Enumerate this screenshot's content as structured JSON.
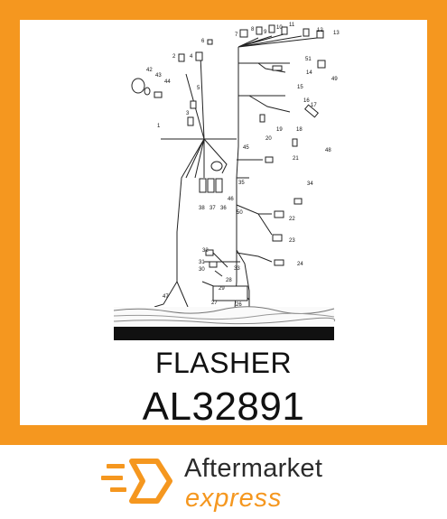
{
  "product": {
    "name": "FLASHER",
    "part_number": "AL32891"
  },
  "diagram": {
    "callouts": [
      "1",
      "2",
      "3",
      "4",
      "5",
      "6",
      "7",
      "8",
      "9",
      "10",
      "11",
      "12",
      "13",
      "14",
      "15",
      "16",
      "17",
      "18",
      "19",
      "20",
      "21",
      "22",
      "23",
      "24",
      "26",
      "27",
      "28",
      "29",
      "30",
      "31",
      "32",
      "33",
      "34",
      "35",
      "36",
      "37",
      "38",
      "42",
      "43",
      "44",
      "45",
      "46",
      "47",
      "48",
      "49",
      "50",
      "51"
    ]
  },
  "brand": {
    "line1": "Aftermarket",
    "line2": "express",
    "accent_color": "#f5971f",
    "logo_icon": "hexagon-speed-icon"
  },
  "colors": {
    "frame": "#f5971f",
    "card": "#ffffff",
    "text": "#111111"
  }
}
